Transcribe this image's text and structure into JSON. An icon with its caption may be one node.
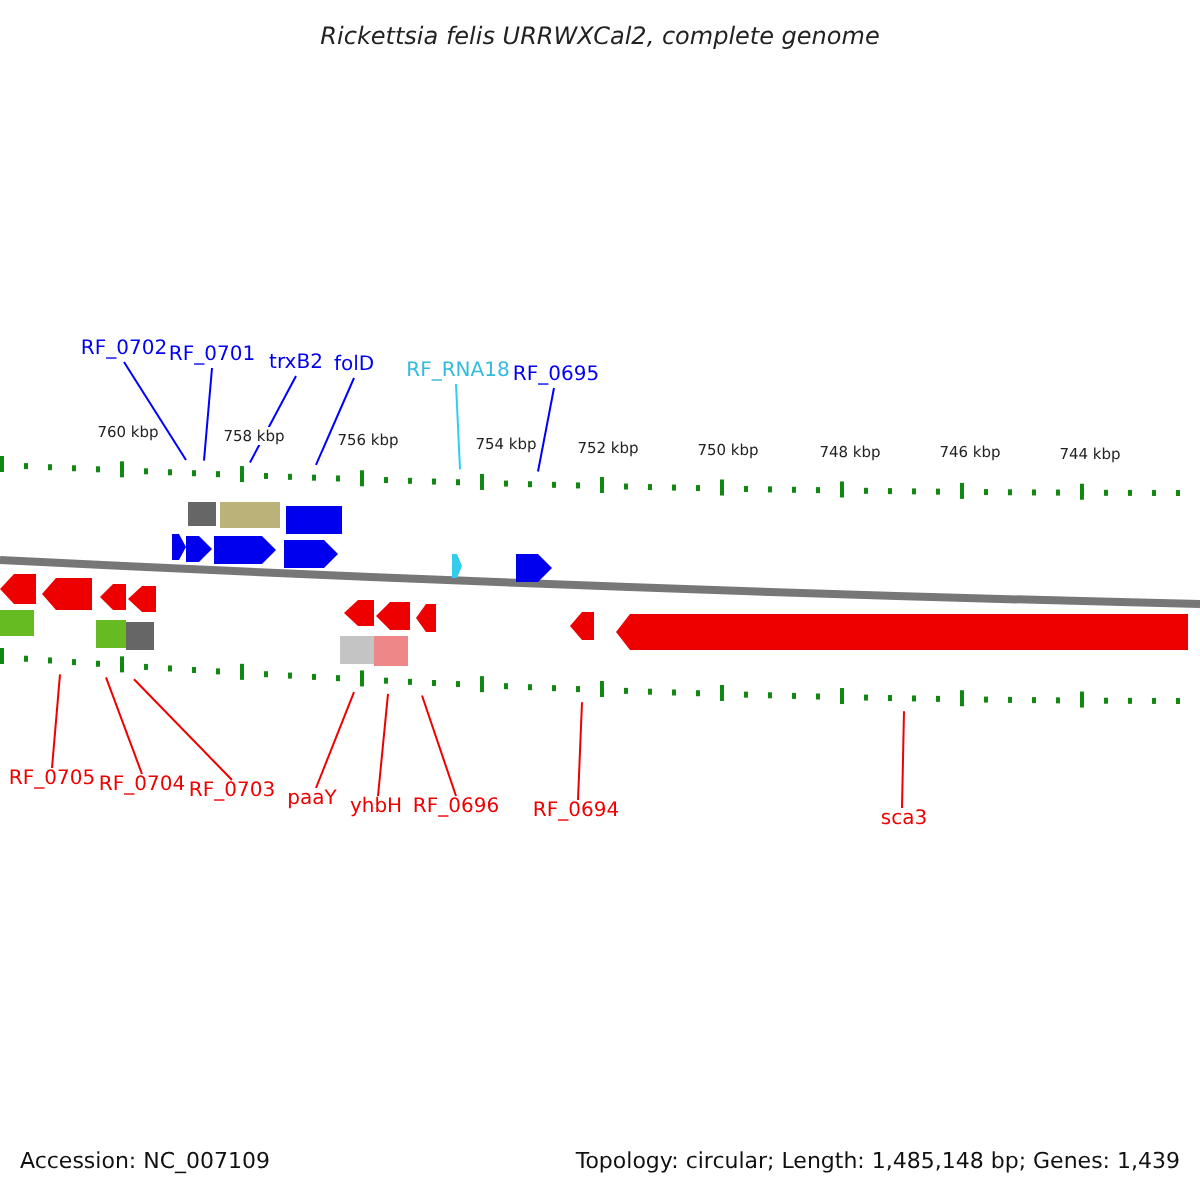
{
  "diagram": {
    "title": "Rickettsia felis URRWXCal2, complete genome",
    "nodes": [
      {
        "text": [
          "RF_0702"
        ]
      },
      {
        "text": [
          "RF_0701"
        ]
      },
      {
        "text": [
          "trxB2"
        ]
      },
      {
        "text": [
          "folD"
        ]
      },
      {
        "text": [
          "RF_RNA18"
        ]
      },
      {
        "text": [
          "RF_0695"
        ]
      },
      {
        "text": [
          "RF_0705"
        ]
      },
      {
        "text": [
          "RF_0704"
        ]
      },
      {
        "text": [
          "RF_0703"
        ]
      },
      {
        "text": [
          "paaY"
        ]
      },
      {
        "text": [
          "yhbH"
        ]
      },
      {
        "text": [
          "RF_0696"
        ]
      },
      {
        "text": [
          "RF_0694"
        ]
      },
      {
        "text": [
          "sca3"
        ]
      }
    ],
    "edges": [
      {
        "from": 0,
        "to": null,
        "arrow": "none",
        "color": "#0000ff"
      },
      {
        "from": 1,
        "to": null,
        "arrow": "none",
        "color": "#0000ff"
      },
      {
        "from": 2,
        "to": null,
        "arrow": "none",
        "color": "#0000ff"
      },
      {
        "from": 3,
        "to": null,
        "arrow": "none",
        "color": "#0000ff"
      },
      {
        "from": 4,
        "to": null,
        "arrow": "none",
        "color": "#33ccee"
      },
      {
        "from": 5,
        "to": null,
        "arrow": "none",
        "color": "#0000ff"
      },
      {
        "from": 6,
        "to": null,
        "arrow": "none"
      },
      {
        "from": 7,
        "to": null,
        "arrow": "none"
      },
      {
        "from": 8,
        "to": null,
        "arrow": "none"
      },
      {
        "from": 9,
        "to": null,
        "arrow": "none"
      },
      {
        "from": 10,
        "to": null,
        "arrow": "none"
      },
      {
        "from": 11,
        "to": null,
        "arrow": "none"
      },
      {
        "from": 12,
        "to": null,
        "arrow": "none"
      },
      {
        "from": 13,
        "to": null,
        "arrow": "none"
      }
    ],
    "labels": [
      "760 kbp",
      "758 kbp",
      "756 kbp",
      "754 kbp",
      "752 kbp",
      "750 kbp",
      "748 kbp",
      "746 kbp",
      "744 kbp",
      "Accession: NC_007109",
      "Topology: circular; Length: 1,485,148 bp; Genes: 1,439"
    ]
  }
}
